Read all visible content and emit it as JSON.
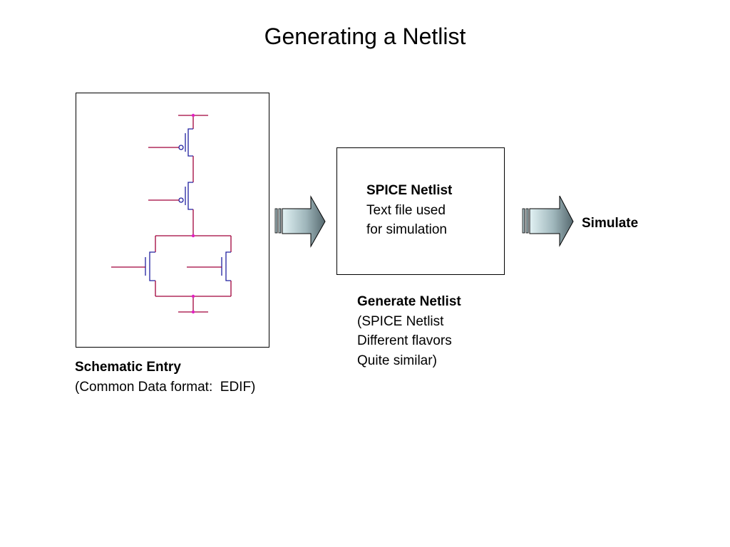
{
  "title": "Generating a Netlist",
  "netlist_box": {
    "heading": "SPICE Netlist",
    "lines": [
      "Text file used",
      "for simulation"
    ]
  },
  "simulate_label": "Simulate",
  "generate_caption": {
    "heading": "Generate Netlist",
    "lines": [
      "(SPICE Netlist",
      "Different flavors",
      "Quite similar)"
    ]
  },
  "schematic_caption": {
    "heading": "Schematic Entry",
    "lines": [
      "(Common Data format:  EDIF)"
    ]
  },
  "colors": {
    "wire": "#a0003a",
    "transistor": "#2020a0",
    "node": "#e020c0",
    "arrow_light": "#d8eef0",
    "arrow_dark": "#6a8088"
  }
}
